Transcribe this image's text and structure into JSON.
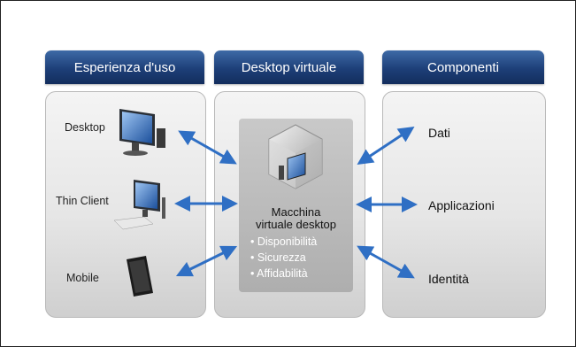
{
  "columns": {
    "left": {
      "header": "Esperienza d'uso"
    },
    "center": {
      "header": "Desktop virtuale"
    },
    "right": {
      "header": "Componenti"
    }
  },
  "devices": {
    "desktop": "Desktop",
    "thin_client": "Thin Client",
    "mobile": "Mobile"
  },
  "vm": {
    "title_line1": "Macchina",
    "title_line2": "virtuale desktop",
    "features": [
      "• Disponibilità",
      "• Sicurezza",
      "• Affidabilità"
    ]
  },
  "components": {
    "data": "Dati",
    "applications": "Applicazioni",
    "identity": "Identità"
  },
  "colors": {
    "header_blue": "#1d3f78",
    "arrow_blue": "#2f6fc4"
  }
}
